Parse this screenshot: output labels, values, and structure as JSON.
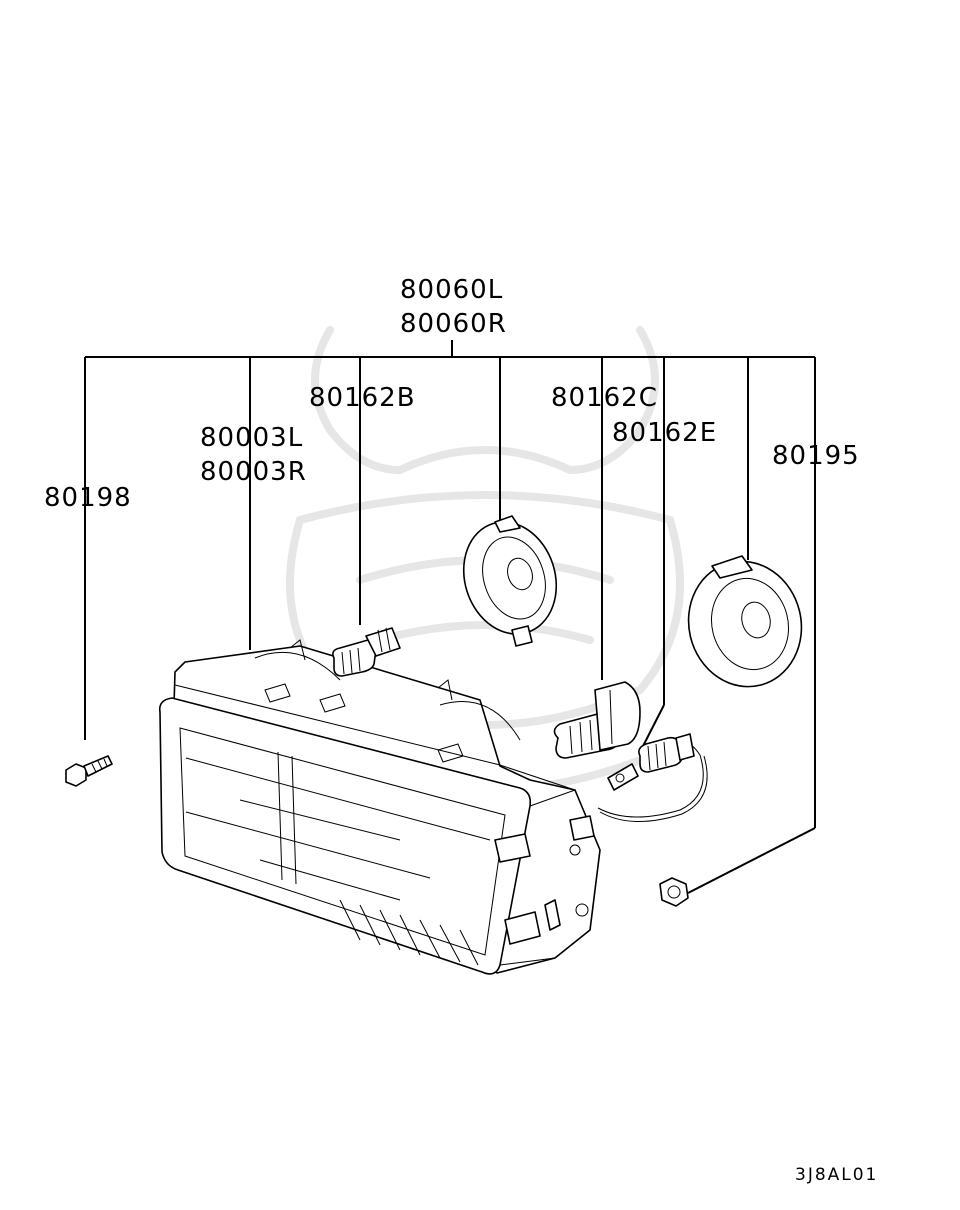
{
  "diagram": {
    "labels": {
      "housing_top_left": "80060L",
      "housing_top_right": "80060R",
      "bulb_b": "80162B",
      "bulb_c": "80162C",
      "bulb_e": "80162E",
      "unit_left": "80003L",
      "unit_right": "80003R",
      "screw": "80198",
      "nut": "80195"
    },
    "drawing_code": "3J8AL01"
  }
}
